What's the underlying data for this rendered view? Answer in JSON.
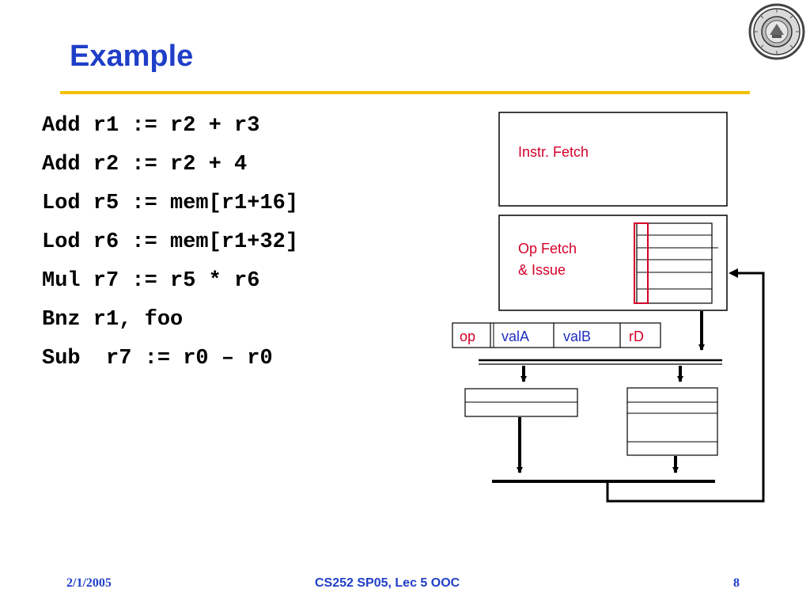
{
  "slide": {
    "title": "Example",
    "code_lines": [
      "Add r1 := r2 + r3",
      "Add r2 := r2 + 4",
      "Lod r5 := mem[r1+16]",
      "Lod r6 := mem[r1+32]",
      "Mul r7 := r5 * r6",
      "Bnz r1, foo",
      "Sub  r7 := r0 – r0"
    ]
  },
  "diagram": {
    "instr_fetch": "Instr. Fetch",
    "op_fetch_line1": "Op Fetch",
    "op_fetch_line2": "& Issue",
    "fields": [
      "op",
      "valA",
      "valB",
      "rD"
    ]
  },
  "footer": {
    "date": "2/1/2005",
    "course": "CS252 SP05, Lec 5 OOC",
    "page": "8"
  },
  "colors": {
    "title": "#1f3fc8",
    "rule": "#f2c200",
    "diagram_red": "#d4002a",
    "diagram_blue": "#1f2fbf"
  },
  "icons": {
    "seal": "university-seal-icon"
  }
}
